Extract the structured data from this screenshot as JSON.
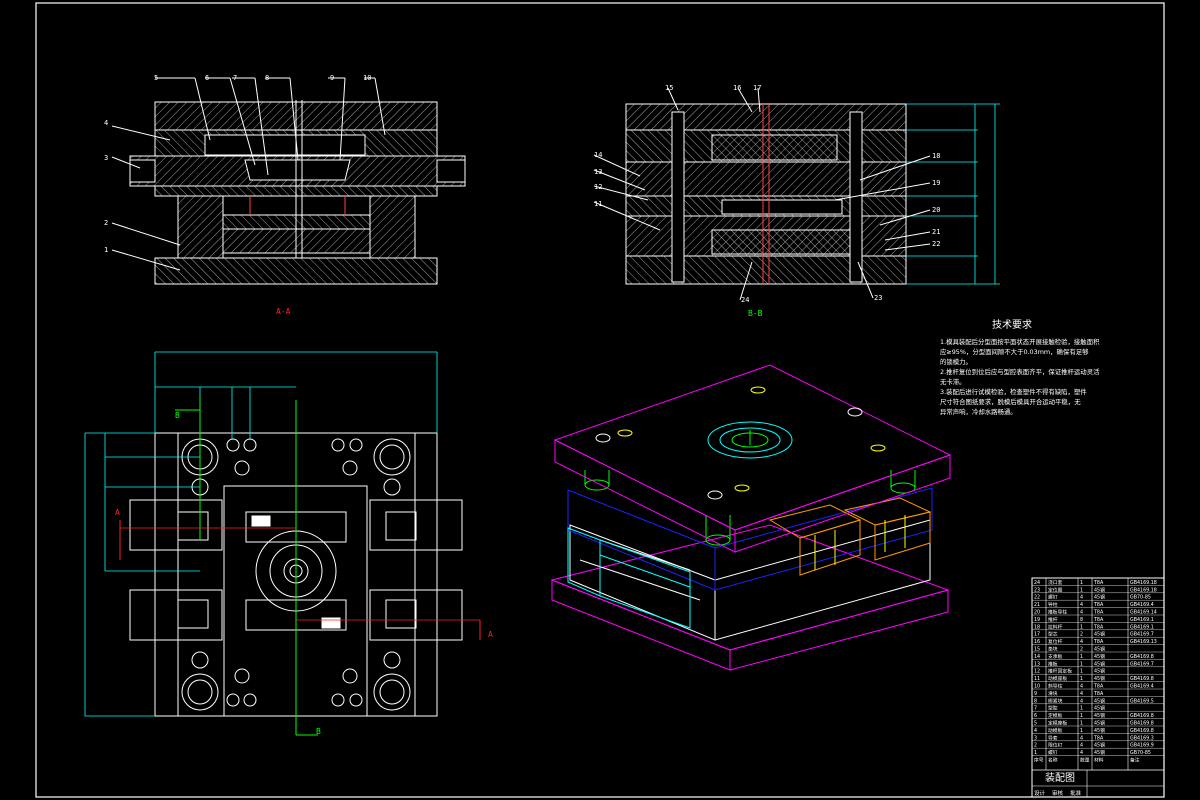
{
  "colors": {
    "background": "#000000",
    "line": "#ffffff",
    "dimension": "#00ffff",
    "section": "#ff0000",
    "center": "#00ff00",
    "iso_top": "#ff00ff",
    "iso_mid": "#0000ff",
    "iso_bottom": "#ff00ff",
    "accent": "#ffff00",
    "text": "#ffffff"
  },
  "views": {
    "section_aa": {
      "caption": "A-A",
      "callouts": [
        "1",
        "2",
        "3",
        "4",
        "5",
        "6",
        "7",
        "8",
        "9",
        "10"
      ]
    },
    "section_bb": {
      "caption": "B-B",
      "callouts": [
        "11",
        "12",
        "13",
        "14",
        "15",
        "16",
        "17",
        "18",
        "19",
        "20",
        "21",
        "22",
        "23",
        "24"
      ]
    },
    "plan": {
      "section_marks": [
        "A",
        "A",
        "B",
        "B"
      ]
    }
  },
  "notes": {
    "title": "技术要求",
    "lines": [
      "1.模具装配后分型面按平面状态开展接触检验，接触面积",
      "应≥95%，分型面间隙不大于0.03mm，确保有足够",
      "的锁模力。",
      "2.推杆复位到位后应与型腔表面齐平，保证推杆运动灵活",
      "无卡滞。",
      "3.装配后进行试模检验，检查塑件不得有缺陷，塑件",
      "尺寸符合图纸要求，脱模后模具开合运动平稳，无",
      "异常声响，冷却水路畅通。"
    ]
  },
  "title_block": {
    "drawing_name": "装配图",
    "rows": [
      {
        "no": "24",
        "name": "浇口套",
        "qty": "1",
        "material": "T8A",
        "note": "GB4169.18"
      },
      {
        "no": "23",
        "name": "定位圈",
        "qty": "1",
        "material": "45钢",
        "note": "GB4169.18"
      },
      {
        "no": "22",
        "name": "螺钉",
        "qty": "4",
        "material": "45钢",
        "note": "GB70-85"
      },
      {
        "no": "21",
        "name": "导柱",
        "qty": "4",
        "material": "T8A",
        "note": "GB4169.4"
      },
      {
        "no": "20",
        "name": "推板导柱",
        "qty": "4",
        "material": "T8A",
        "note": "GB4169.14"
      },
      {
        "no": "19",
        "name": "推杆",
        "qty": "8",
        "material": "T8A",
        "note": "GB4169.1"
      },
      {
        "no": "18",
        "name": "拉料杆",
        "qty": "1",
        "material": "T8A",
        "note": "GB4169.1"
      },
      {
        "no": "17",
        "name": "型芯",
        "qty": "2",
        "material": "45钢",
        "note": "GB4169.7"
      },
      {
        "no": "16",
        "name": "复位杆",
        "qty": "4",
        "material": "T8A",
        "note": "GB4169.13"
      },
      {
        "no": "15",
        "name": "垫块",
        "qty": "2",
        "material": "45钢",
        "note": ""
      },
      {
        "no": "14",
        "name": "支承板",
        "qty": "1",
        "material": "45钢",
        "note": "GB4169.8"
      },
      {
        "no": "13",
        "name": "推板",
        "qty": "1",
        "material": "45钢",
        "note": "GB4169.7"
      },
      {
        "no": "12",
        "name": "推杆固定板",
        "qty": "1",
        "material": "45钢",
        "note": ""
      },
      {
        "no": "11",
        "name": "动模座板",
        "qty": "1",
        "material": "45钢",
        "note": "GB4169.8"
      },
      {
        "no": "10",
        "name": "斜导柱",
        "qty": "4",
        "material": "T8A",
        "note": "GB4169.4"
      },
      {
        "no": "9",
        "name": "滑块",
        "qty": "4",
        "material": "T8A",
        "note": ""
      },
      {
        "no": "8",
        "name": "楔紧块",
        "qty": "4",
        "material": "45钢",
        "note": "GB4169.5"
      },
      {
        "no": "7",
        "name": "型腔",
        "qty": "1",
        "material": "45钢",
        "note": ""
      },
      {
        "no": "6",
        "name": "定模板",
        "qty": "1",
        "material": "45钢",
        "note": "GB4169.8"
      },
      {
        "no": "5",
        "name": "定模座板",
        "qty": "1",
        "material": "45钢",
        "note": "GB4169.8"
      },
      {
        "no": "4",
        "name": "动模板",
        "qty": "1",
        "material": "45钢",
        "note": "GB4169.8"
      },
      {
        "no": "3",
        "name": "导套",
        "qty": "4",
        "material": "T8A",
        "note": "GB4169.3"
      },
      {
        "no": "2",
        "name": "限位钉",
        "qty": "4",
        "material": "45钢",
        "note": "GB4169.9"
      },
      {
        "no": "1",
        "name": "螺钉",
        "qty": "4",
        "material": "45钢",
        "note": "GB70-85"
      }
    ],
    "header": [
      "序号",
      "名称",
      "数量",
      "材料",
      "备注"
    ],
    "footer_labels": [
      "设计",
      "审核",
      "批准"
    ]
  }
}
